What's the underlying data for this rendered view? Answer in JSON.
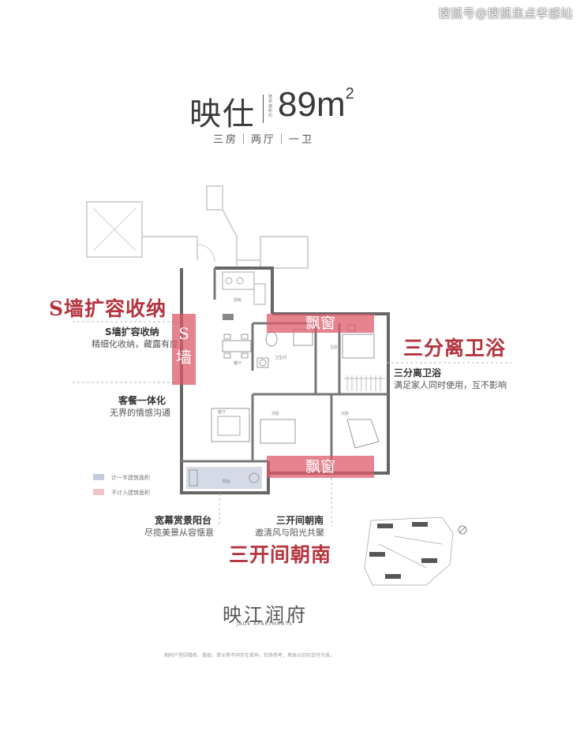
{
  "watermark": "搜狐号@搜狐焦点孝感站",
  "unit": {
    "name": "映仕",
    "note": "建筑面积约",
    "area_num": "89m",
    "area_sup": "2",
    "rooms": "三房｜两厅｜一卫"
  },
  "callouts": {
    "s_wall_big": "S墙扩容收纳",
    "s_wall_title": "S墙扩容收纳",
    "s_wall_desc": "精细化收纳，藏露有度",
    "s_wall_band": "S墙",
    "dining_title": "客餐一体化",
    "dining_desc": "无界的情感沟通",
    "bath_big": "三分离卫浴",
    "bath_title": "三分离卫浴",
    "bath_desc": "满足家人同时使用，互不影响",
    "bay1": "飘窗",
    "bay2": "飘窗",
    "balcony_title": "宽幕赏景阳台",
    "balcony_desc": "尽揽美景从容惬意",
    "south_title": "三开间朝南",
    "south_desc": "邀清风与阳光共聚",
    "south_big": "三开间朝南"
  },
  "legend": [
    {
      "label": "计一半建筑面积",
      "color": "#c3cbdc"
    },
    {
      "label": "不计入建筑面积",
      "color": "#f1c3c9"
    }
  ],
  "brand": {
    "name": "映江润府",
    "sub": "JADE APARTMENTS"
  },
  "disclaimer": "相同户型因楼栋、楼层、单元等不同存在差异，仅供参考，具体以实际交付为准。"
}
